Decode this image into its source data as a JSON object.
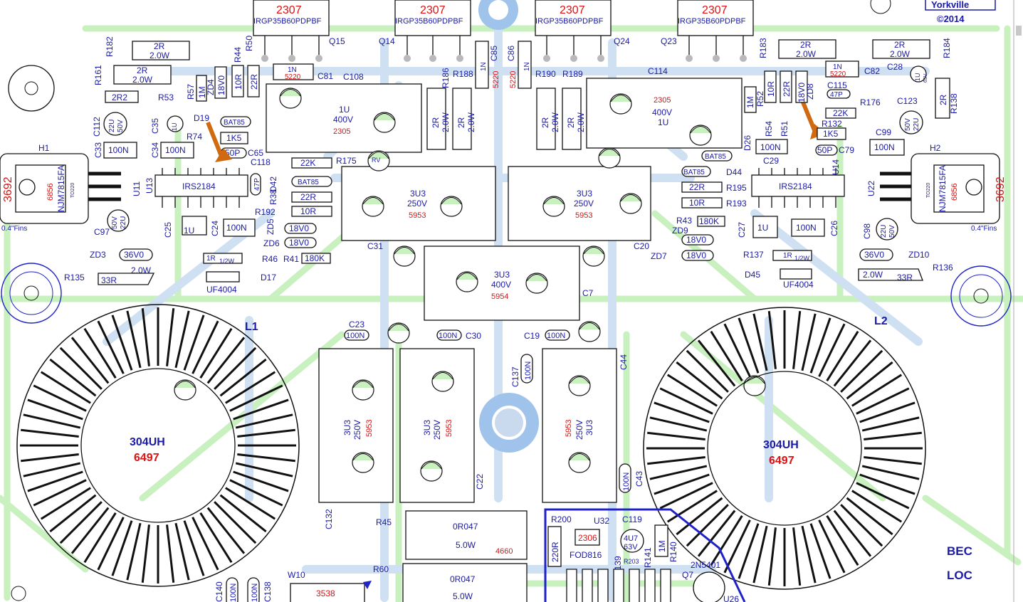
{
  "brand": {
    "name": "Yorkville",
    "copyright": "©2014"
  },
  "mosfets": [
    {
      "code": "2307",
      "part": "IRGP35B60PDPBF",
      "ref": "Q15"
    },
    {
      "code": "2307",
      "part": "IRGP35B60PDPBF",
      "ref": "Q14"
    },
    {
      "code": "2307",
      "part": "IRGP35B60PDPBF",
      "ref": "Q24"
    },
    {
      "code": "2307",
      "part": "IRGP35B60PDPBF",
      "ref": "Q23"
    }
  ],
  "regulators": [
    {
      "ref": "H1",
      "part": "NJM7815FA",
      "code": "6856",
      "pn": "3692",
      "u": "U11",
      "pkg": "TO220",
      "fins": "0.4\"Fins"
    },
    {
      "ref": "H2",
      "part": "NJM7815FA",
      "code": "6856",
      "pn": "3692",
      "u": "U22",
      "pkg": "TO220",
      "fins": "0.4\"Fins"
    }
  ],
  "drivers": [
    {
      "ref": "U13",
      "part": "IRS2184"
    },
    {
      "ref": "U14",
      "part": "IRS2184"
    }
  ],
  "inductors": [
    {
      "ref": "L1",
      "value": "304UH",
      "code": "6497"
    },
    {
      "ref": "L2",
      "value": "304UH",
      "code": "6497"
    }
  ],
  "caps_big": [
    {
      "ref": "C108",
      "value": "1U",
      "voltage": "400V",
      "code": "2305"
    },
    {
      "ref": "C114",
      "value": "1U",
      "voltage": "400V",
      "code": "2305"
    },
    {
      "ref": "C31",
      "value": "3U3",
      "voltage": "250V",
      "code": "5953"
    },
    {
      "ref": "C20",
      "value": "3U3",
      "voltage": "250V",
      "code": "5953"
    },
    {
      "ref": "C7",
      "value": "3U3",
      "voltage": "400V",
      "code": "5954"
    },
    {
      "ref": "C132",
      "value": "3U3",
      "voltage": "250V",
      "code": "5953"
    },
    {
      "ref": "C22",
      "value": "3U3",
      "voltage": "250V",
      "code": "5953"
    },
    {
      "ref": "C44",
      "value": "3U3",
      "voltage": "250V",
      "code": "5953"
    }
  ],
  "shunts": [
    {
      "ref": "R45",
      "value": "0R047",
      "power": "5.0W",
      "code": "4660"
    },
    {
      "ref": "R60",
      "value": "0R047",
      "power": "5.0W"
    }
  ],
  "rv_label": "RV",
  "left_labels": {
    "r182": "R182",
    "r161": "R161",
    "r53": "R53",
    "r57": "R57",
    "r44": "R44",
    "r50": "R50",
    "zd4": "ZD4",
    "d19": "D19",
    "r74": "R74",
    "c112": "C112",
    "c35": "C35",
    "c33": "C33",
    "c34": "C34",
    "c65": "C65",
    "c118": "C118",
    "r175": "R175",
    "d42": "D42",
    "r38": "R38",
    "r192": "R192",
    "zd5": "ZD5",
    "zd6": "ZD6",
    "r41": "R41",
    "c25": "C25",
    "c24": "C24",
    "c97": "C97",
    "zd3": "ZD3",
    "r46": "R46",
    "d17": "D17",
    "r135": "R135",
    "c81": "C81",
    "r186": "R186",
    "r188": "R188",
    "c85": "C85",
    "c86": "C86",
    "r190": "R190",
    "r189": "R189"
  },
  "right_labels": {
    "r183": "R183",
    "r184": "R184",
    "r52": "R52",
    "zd8": "ZD8",
    "r54": "R54",
    "r51": "R51",
    "c115": "C115",
    "r132": "R132",
    "r176": "R176",
    "c82": "C82",
    "c28": "C28",
    "c123": "C123",
    "r138": "R138",
    "c99": "C99",
    "d26": "D26",
    "c29": "C29",
    "c79": "C79",
    "d44": "D44",
    "r195": "R195",
    "r193": "R193",
    "r43": "R43",
    "zd9": "ZD9",
    "zd7": "ZD7",
    "c27": "C27",
    "c26": "C26",
    "c98": "C98",
    "r137": "R137",
    "zd10": "ZD10",
    "d45": "D45",
    "r136": "R136"
  },
  "values": {
    "r2_2w": "2R",
    "w2": "2.0W",
    "r2r2": "2R2",
    "r1m": "1M",
    "z18v": "18V0",
    "r10r": "10R",
    "r22r": "22R",
    "bat85": "BAT85",
    "r1k5": "1K5",
    "c22u": "22U",
    "v50": "50V",
    "c1u": "1U",
    "v63": "63V",
    "c100n": "100N",
    "c50p": "50P",
    "r22k": "22K",
    "c47p": "47P",
    "z18v0": "18V0",
    "r180k": "180K",
    "z36v": "36V0",
    "r1r": "1R",
    "w12": "1/2W",
    "d_uf": "UF4004",
    "r33r": "33R",
    "c1n": "1N",
    "c5220": "5220"
  },
  "bottom": {
    "c23": "C23",
    "c30": "C30",
    "c19": "C19",
    "c137": "C137",
    "c43": "C43",
    "c140": "C140",
    "c138": "C138",
    "w10": "W10",
    "w10_code": "3538",
    "r200": "R200",
    "u32": "U32",
    "u32_code": "2306",
    "u32_part": "FOD816",
    "r220r": "220R",
    "c119": "C119",
    "c4u7": "4U7",
    "c63v": "63V",
    "r139": "R139",
    "r203": "R203",
    "r141": "R141",
    "r140": "R140",
    "r1m": "1M",
    "q7": "Q7",
    "q7_part": "2N5401",
    "u26": "U26",
    "bec": "BEC",
    "loc": "LOC"
  },
  "colors": {
    "trace_blue": "#cfe0f3",
    "trace_green": "#c9f0bf",
    "ref_blue": "#1a1aa6",
    "code_red": "#dd1111",
    "arrow": "#d06a10",
    "outline_blue": "#1e22c8"
  }
}
